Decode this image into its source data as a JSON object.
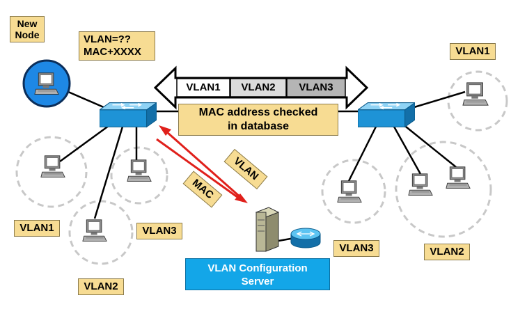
{
  "labels": {
    "new_node": [
      "New",
      "Node"
    ],
    "query": [
      "VLAN=??",
      "MAC+XXXX"
    ],
    "arrow_segments": [
      "VLAN1",
      "VLAN2",
      "VLAN3"
    ],
    "db_check": [
      "MAC address checked",
      "in database"
    ],
    "vlan_tag": "VLAN",
    "mac_tag": "MAC",
    "left_vlan1": "VLAN1",
    "left_vlan2": "VLAN2",
    "left_vlan3": "VLAN3",
    "right_vlan1": "VLAN1",
    "right_vlan2": "VLAN2",
    "right_vlan3": "VLAN3",
    "server": [
      "VLAN Configuration",
      "Server"
    ]
  },
  "colors": {
    "label_fill": "#f7dc93",
    "server_label_fill": "#13a6e8",
    "switch": "#1e93d6",
    "new_node_circle": "#1e88e5",
    "signal_arrow": "#e0201b",
    "segment_fills": [
      "#ffffff",
      "#dcdcdc",
      "#b5b5b5"
    ]
  },
  "icons": [
    "computer-icon",
    "switch-icon",
    "server-icon",
    "router-icon"
  ]
}
